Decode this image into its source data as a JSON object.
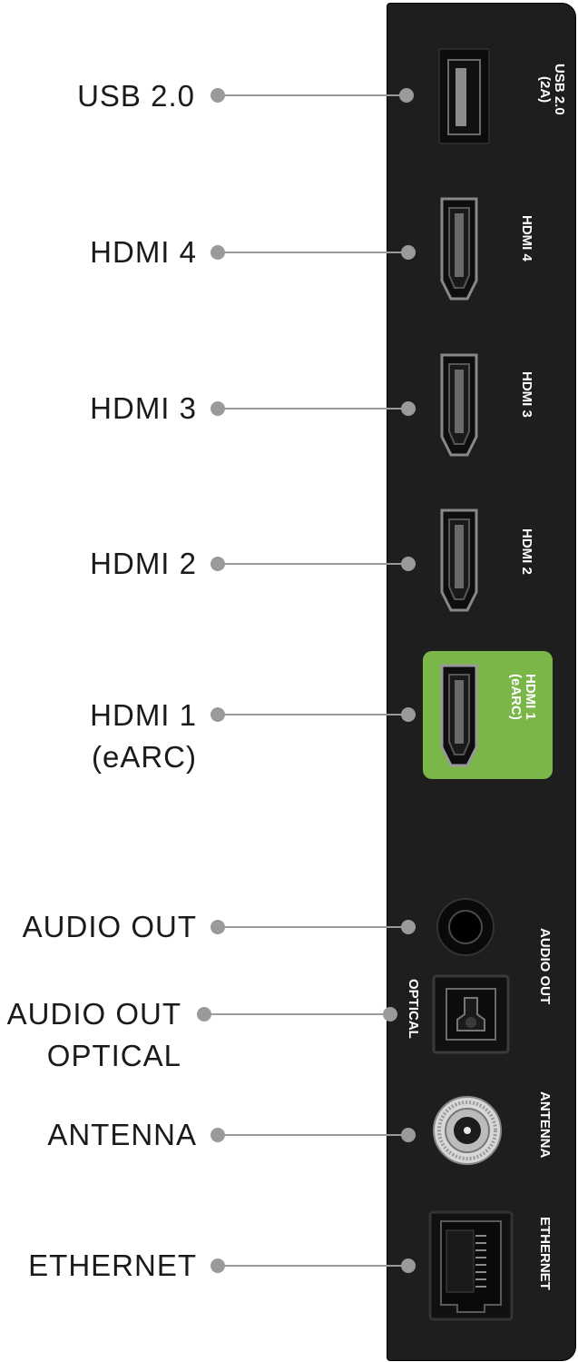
{
  "diagram": {
    "colors": {
      "panel": "#1e1e1e",
      "highlight": "#7ab648",
      "connector": "#9a9a9a",
      "label_text": "#1a1a1a",
      "panel_text": "#ffffff"
    },
    "ports": [
      {
        "id": "usb",
        "label": [
          "USB 2.0"
        ],
        "panel_label": [
          "USB 2.0",
          "(2A)"
        ],
        "icon": "usb-port-icon"
      },
      {
        "id": "hdmi4",
        "label": [
          "HDMI 4"
        ],
        "panel_label": [
          "HDMI 4"
        ],
        "icon": "hdmi-port-icon"
      },
      {
        "id": "hdmi3",
        "label": [
          "HDMI 3"
        ],
        "panel_label": [
          "HDMI 3"
        ],
        "icon": "hdmi-port-icon"
      },
      {
        "id": "hdmi2",
        "label": [
          "HDMI 2"
        ],
        "panel_label": [
          "HDMI 2"
        ],
        "icon": "hdmi-port-icon"
      },
      {
        "id": "hdmi1",
        "label": [
          "HDMI 1",
          "(eARC)"
        ],
        "panel_label": [
          "HDMI 1",
          "(eARC)"
        ],
        "icon": "hdmi-port-icon",
        "highlighted": true
      },
      {
        "id": "audio-out",
        "label": [
          "AUDIO OUT"
        ],
        "panel_label": [
          "AUDIO OUT"
        ],
        "icon": "audio-jack-icon"
      },
      {
        "id": "optical",
        "label": [
          "AUDIO OUT",
          "OPTICAL"
        ],
        "panel_label": [
          "OPTICAL"
        ],
        "icon": "optical-port-icon"
      },
      {
        "id": "antenna",
        "label": [
          "ANTENNA"
        ],
        "panel_label": [
          "ANTENNA"
        ],
        "icon": "coax-port-icon"
      },
      {
        "id": "ethernet",
        "label": [
          "ETHERNET"
        ],
        "panel_label": [
          "ETHERNET"
        ],
        "icon": "ethernet-port-icon"
      }
    ]
  }
}
